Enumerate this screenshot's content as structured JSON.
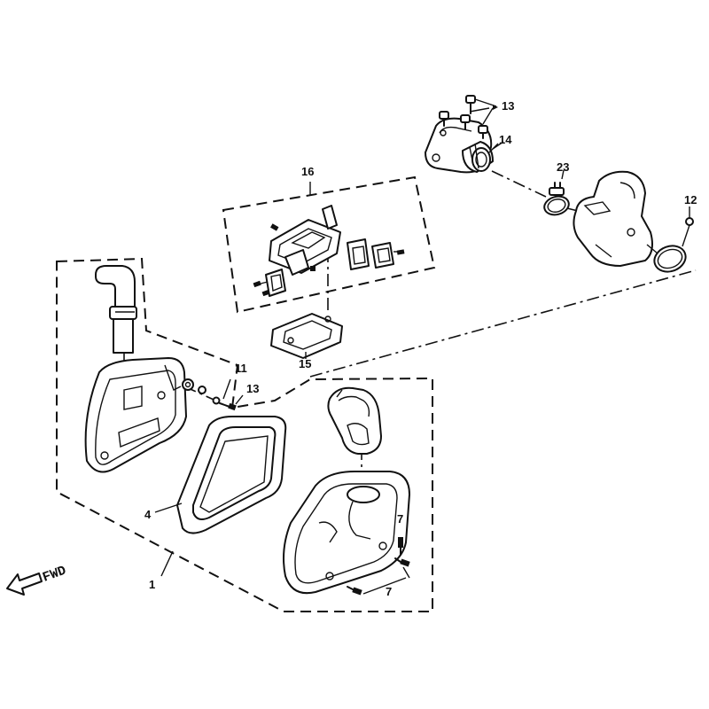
{
  "callouts": {
    "c1": "1",
    "c4": "4",
    "c7a": "7",
    "c7b": "7",
    "c11": "11",
    "c12": "12",
    "c13a": "13",
    "c13b": "13",
    "c14": "14",
    "c15": "15",
    "c16": "16",
    "c23": "23"
  },
  "direction_label": "FWD",
  "icons": {
    "direction": "forward-arrow-icon"
  }
}
